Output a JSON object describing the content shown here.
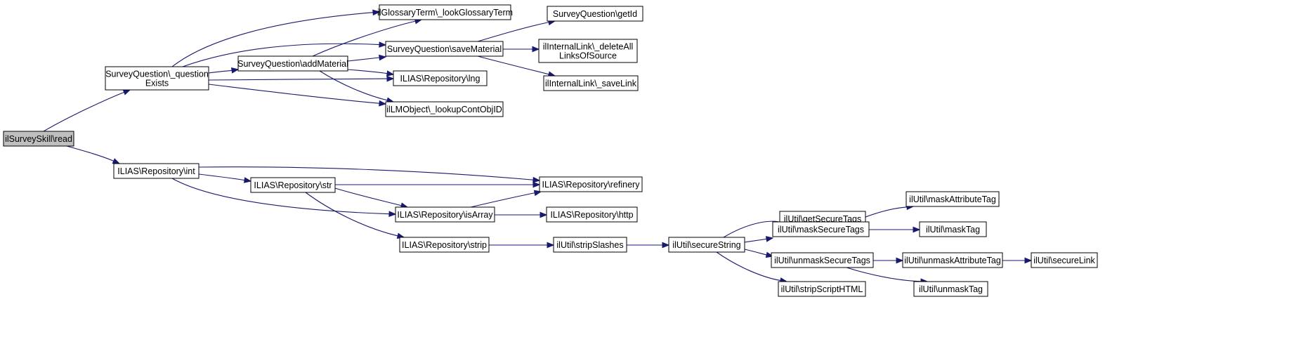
{
  "diagram": {
    "node_fill": "#ffffff",
    "root_fill": "#bfbfbf",
    "edge_color": "#191970",
    "nodes": [
      {
        "id": "read",
        "lines": [
          "ilSurveySkill\\read"
        ],
        "root": true
      },
      {
        "id": "qexists",
        "lines": [
          "SurveyQuestion\\_question",
          "Exists"
        ]
      },
      {
        "id": "glossary",
        "lines": [
          "ilGlossaryTerm\\_lookGlossaryTerm"
        ]
      },
      {
        "id": "addmat",
        "lines": [
          "SurveyQuestion\\addMaterial"
        ]
      },
      {
        "id": "savemat",
        "lines": [
          "SurveyQuestion\\saveMaterial"
        ]
      },
      {
        "id": "lng",
        "lines": [
          "ILIAS\\Repository\\lng"
        ]
      },
      {
        "id": "lookup",
        "lines": [
          "ilLMObject\\_lookupContObjID"
        ]
      },
      {
        "id": "getid",
        "lines": [
          "SurveyQuestion\\getId"
        ]
      },
      {
        "id": "deleteall",
        "lines": [
          "ilInternalLink\\_deleteAll",
          "LinksOfSource"
        ]
      },
      {
        "id": "savelink",
        "lines": [
          "ilInternalLink\\_saveLink"
        ]
      },
      {
        "id": "int",
        "lines": [
          "ILIAS\\Repository\\int"
        ]
      },
      {
        "id": "str",
        "lines": [
          "ILIAS\\Repository\\str"
        ]
      },
      {
        "id": "refinery",
        "lines": [
          "ILIAS\\Repository\\refinery"
        ]
      },
      {
        "id": "isarray",
        "lines": [
          "ILIAS\\Repository\\isArray"
        ]
      },
      {
        "id": "http",
        "lines": [
          "ILIAS\\Repository\\http"
        ]
      },
      {
        "id": "strip",
        "lines": [
          "ILIAS\\Repository\\strip"
        ]
      },
      {
        "id": "stripslashes",
        "lines": [
          "ilUtil\\stripSlashes"
        ]
      },
      {
        "id": "securestring",
        "lines": [
          "ilUtil\\secureString"
        ]
      },
      {
        "id": "getsecuretags",
        "lines": [
          "ilUtil\\getSecureTags"
        ]
      },
      {
        "id": "masksecuretags",
        "lines": [
          "ilUtil\\maskSecureTags"
        ]
      },
      {
        "id": "unmasksecuretags",
        "lines": [
          "ilUtil\\unmaskSecureTags"
        ]
      },
      {
        "id": "stripscript",
        "lines": [
          "ilUtil\\stripScriptHTML"
        ]
      },
      {
        "id": "maskattr",
        "lines": [
          "ilUtil\\maskAttributeTag"
        ]
      },
      {
        "id": "masktag",
        "lines": [
          "ilUtil\\maskTag"
        ]
      },
      {
        "id": "unmaskattr",
        "lines": [
          "ilUtil\\unmaskAttributeTag"
        ]
      },
      {
        "id": "unmasktag",
        "lines": [
          "ilUtil\\unmaskTag"
        ]
      },
      {
        "id": "securelink",
        "lines": [
          "ilUtil\\secureLink"
        ]
      }
    ],
    "edges": [
      [
        "read",
        "qexists"
      ],
      [
        "read",
        "int"
      ],
      [
        "qexists",
        "glossary"
      ],
      [
        "qexists",
        "savemat"
      ],
      [
        "qexists",
        "addmat"
      ],
      [
        "qexists",
        "lng"
      ],
      [
        "qexists",
        "lookup"
      ],
      [
        "addmat",
        "glossary"
      ],
      [
        "addmat",
        "savemat"
      ],
      [
        "addmat",
        "lng"
      ],
      [
        "addmat",
        "lookup"
      ],
      [
        "savemat",
        "getid"
      ],
      [
        "savemat",
        "deleteall"
      ],
      [
        "savemat",
        "savelink"
      ],
      [
        "int",
        "refinery"
      ],
      [
        "int",
        "str"
      ],
      [
        "int",
        "isarray"
      ],
      [
        "str",
        "refinery"
      ],
      [
        "str",
        "isarray"
      ],
      [
        "str",
        "strip"
      ],
      [
        "isarray",
        "refinery"
      ],
      [
        "isarray",
        "http"
      ],
      [
        "strip",
        "stripslashes"
      ],
      [
        "stripslashes",
        "securestring"
      ],
      [
        "securestring",
        "getsecuretags"
      ],
      [
        "securestring",
        "masksecuretags"
      ],
      [
        "securestring",
        "unmasksecuretags"
      ],
      [
        "securestring",
        "stripscript"
      ],
      [
        "masksecuretags",
        "maskattr"
      ],
      [
        "masksecuretags",
        "masktag"
      ],
      [
        "unmasksecuretags",
        "unmaskattr"
      ],
      [
        "unmasksecuretags",
        "unmasktag"
      ],
      [
        "unmaskattr",
        "securelink"
      ]
    ]
  }
}
